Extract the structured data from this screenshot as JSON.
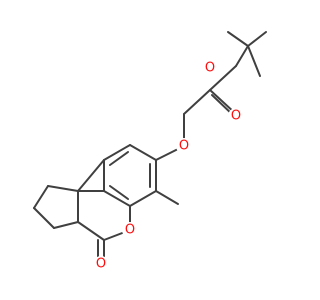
{
  "molecule": {
    "atoms": {
      "ether_oxygen": {
        "symbol": "O",
        "color": "#ff0d0d"
      },
      "ester_oxygen": {
        "symbol": "O",
        "color": "#ff0d0d"
      },
      "carbonyl_oxygen_ester": {
        "symbol": "O",
        "color": "#ff0d0d"
      },
      "ring_oxygen": {
        "symbol": "O",
        "color": "#ff0d0d"
      },
      "carbonyl_oxygen_lactone": {
        "symbol": "O",
        "color": "#ff0d0d"
      }
    },
    "bond_color": "#404040",
    "background": "#ffffff"
  }
}
